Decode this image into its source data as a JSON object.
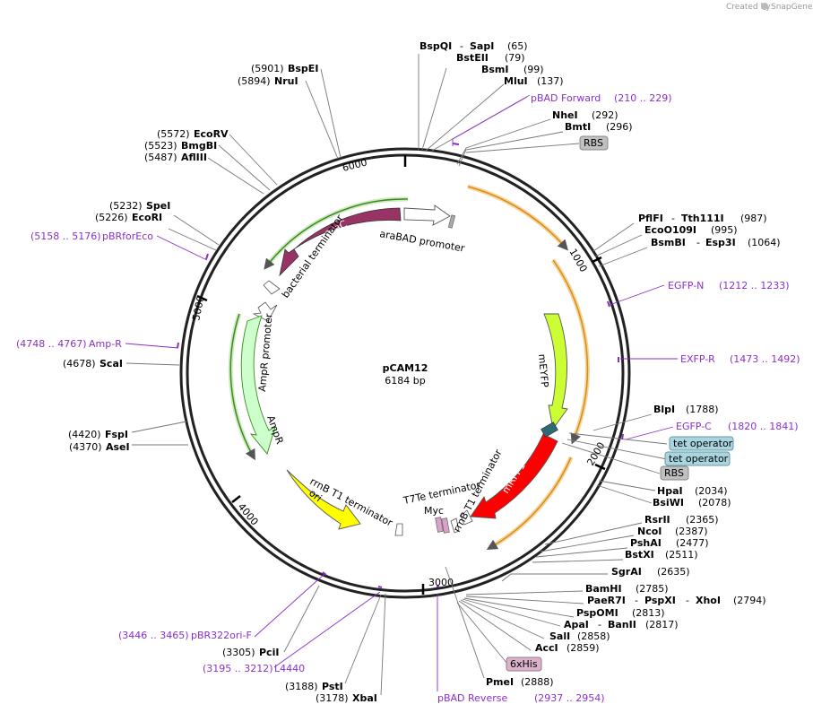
{
  "header": {
    "created_by": "Created by",
    "brand": "SnapGene"
  },
  "plasmid": {
    "name": "pCAM12",
    "length": "6184 bp"
  },
  "ticks": [
    "1000",
    "2000",
    "3000",
    "4000",
    "5000",
    "6000"
  ],
  "features": {
    "araC": "araC",
    "araBAD_promoter": "araBAD promoter",
    "bacterial_terminator": "bacterial terminator",
    "AmpR_promoter": "AmpR promoter",
    "AmpR": "AmpR",
    "mEYFP": "mEYFP",
    "mRFP1": "mRFP1",
    "ori": "ori",
    "rrnB_left": "rrnB T1 terminator",
    "rrnB_right": "rrnB T1 terminator",
    "T7Te": "T7Te terminator",
    "Myc": "Myc"
  },
  "boxes": {
    "rbs1": "RBS",
    "tet1": "tet operator",
    "tet2": "tet operator",
    "rbs2": "RBS",
    "his": "6xHis"
  },
  "sites": {
    "bspqi_a": "BspQI",
    "bspqi_dash": "-",
    "bspqi_b": "SapI",
    "bspqi_n": "(65)",
    "bsteii": "BstEII",
    "bsteii_n": "(79)",
    "bsmi": "BsmI",
    "bsmi_n": "(99)",
    "mlui": "MluI",
    "mlui_n": "(137)",
    "nhei": "NheI",
    "nhei_n": "(292)",
    "bmti": "BmtI",
    "bmti_n": "(296)",
    "pflfi_a": "PflFI",
    "pflfi_dash": "-",
    "pflfi_b": "Tth111I",
    "pflfi_n": "(987)",
    "ecoo109i": "EcoO109I",
    "ecoo109i_n": "(995)",
    "bsmbi_a": "BsmBI",
    "bsmbi_dash": "-",
    "bsmbi_b": "Esp3I",
    "bsmbi_n": "(1064)",
    "blpi": "BlpI",
    "blpi_n": "(1788)",
    "hpai": "HpaI",
    "hpai_n": "(2034)",
    "bsiwi": "BsiWI",
    "bsiwi_n": "(2078)",
    "rsrii": "RsrII",
    "rsrii_n": "(2365)",
    "ncoi": "NcoI",
    "ncoi_n": "(2387)",
    "pshai": "PshAI",
    "pshai_n": "(2477)",
    "bstxi": "BstXI",
    "bstxi_n": "(2511)",
    "sgrai": "SgrAI",
    "sgrai_n": "(2635)",
    "bamhi": "BamHI",
    "bamhi_n": "(2785)",
    "paer7i_a": "PaeR7I",
    "paer7i_d1": "-",
    "paer7i_b": "PspXI",
    "paer7i_d2": "-",
    "paer7i_c": "XhoI",
    "paer7i_n": "(2794)",
    "pspomi": "PspOMI",
    "pspomi_n": "(2813)",
    "apai_a": "ApaI",
    "apai_dash": "-",
    "apai_b": "BanII",
    "apai_n": "(2817)",
    "sali": "SalI",
    "sali_n": "(2858)",
    "acci": "AccI",
    "acci_n": "(2859)",
    "pmei": "PmeI",
    "pmei_n": "(2888)",
    "xbai_n": "(3178)",
    "xbai": "XbaI",
    "psti_n": "(3188)",
    "psti": "PstI",
    "pcii_n": "(3305)",
    "pcii": "PciI",
    "asei_n": "(4370)",
    "asei": "AseI",
    "fspi_n": "(4420)",
    "fspi": "FspI",
    "scai_n": "(4678)",
    "scai": "ScaI",
    "ecori_n": "(5226)",
    "ecori": "EcoRI",
    "spei_n": "(5232)",
    "spei": "SpeI",
    "aflIII_n": "(5487)",
    "aflIII": "AflIII",
    "bmgbi_n": "(5523)",
    "bmgbi": "BmgBI",
    "ecorv_n": "(5572)",
    "ecorv": "EcoRV",
    "nrui_n": "(5894)",
    "nrui": "NruI",
    "bspei_n": "(5901)",
    "bspei": "BspEI"
  },
  "primers": {
    "pbad_fwd": "pBAD Forward",
    "pbad_fwd_r": "(210 .. 229)",
    "egfp_n": "EGFP-N",
    "egfp_n_r": "(1212 .. 1233)",
    "exfp_r": "EXFP-R",
    "exfp_r_r": "(1473 .. 1492)",
    "egfp_c": "EGFP-C",
    "egfp_c_r": "(1820 .. 1841)",
    "pbad_rev": "pBAD Reverse",
    "pbad_rev_r": "(2937 .. 2954)",
    "l4440_r": "(3195 .. 3212)",
    "l4440": "L4440",
    "pbr322_r": "(3446 .. 3465)",
    "pbr322": "pBR322ori-F",
    "ampr_r": "(4748 .. 4767)",
    "ampr": "Amp-R",
    "pbrfor_r": "(5158 .. 5176)",
    "pbrfor": "pBRforEco"
  },
  "colors": {
    "araC": "#993366",
    "mEYFP": "#ccff33",
    "mRFP1": "#ff0000",
    "ori": "#ffff00",
    "AmpR": "#ccffcc",
    "primer": "#8b2fc9",
    "orf_green": "#3a8a1f",
    "orf_orange": "#d98c1a"
  }
}
